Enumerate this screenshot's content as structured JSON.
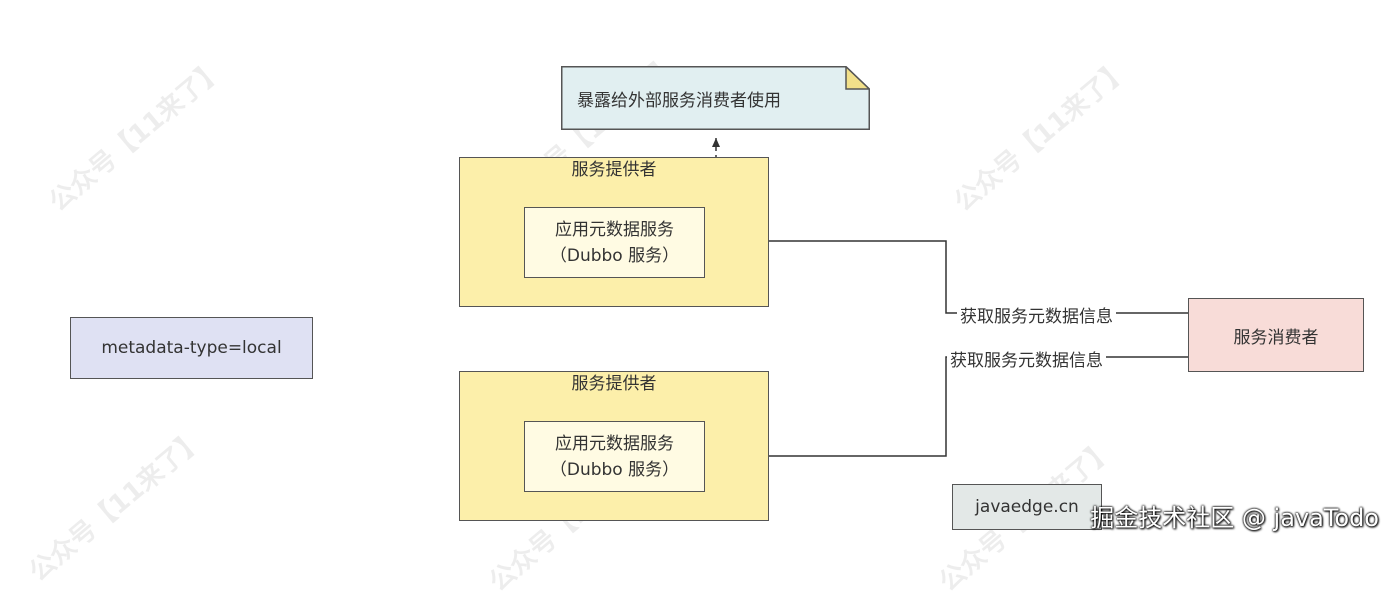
{
  "watermark": "公众号【11来了】",
  "footer_watermark": "掘金技术社区 @ javaTodo",
  "metadata_type_label": "metadata-type=local",
  "expose_note": "暴露给外部服务消费者使用",
  "providers": [
    {
      "title": "服务提供者",
      "service_line1": "应用元数据服务",
      "service_line2": "（Dubbo 服务）"
    },
    {
      "title": "服务提供者",
      "service_line1": "应用元数据服务",
      "service_line2": "（Dubbo 服务）"
    }
  ],
  "consumer": "服务消费者",
  "edge_labels": [
    "获取服务元数据信息",
    "获取服务元数据信息"
  ],
  "site": "javaedge.cn",
  "colors": {
    "provider_fill": "#fcefaa",
    "service_fill": "#fffbe3",
    "note_fill": "#e1eff1",
    "meta_fill": "#dfe1f3",
    "consumer_fill": "#f8dcd8",
    "site_fill": "#e3e8e7"
  }
}
